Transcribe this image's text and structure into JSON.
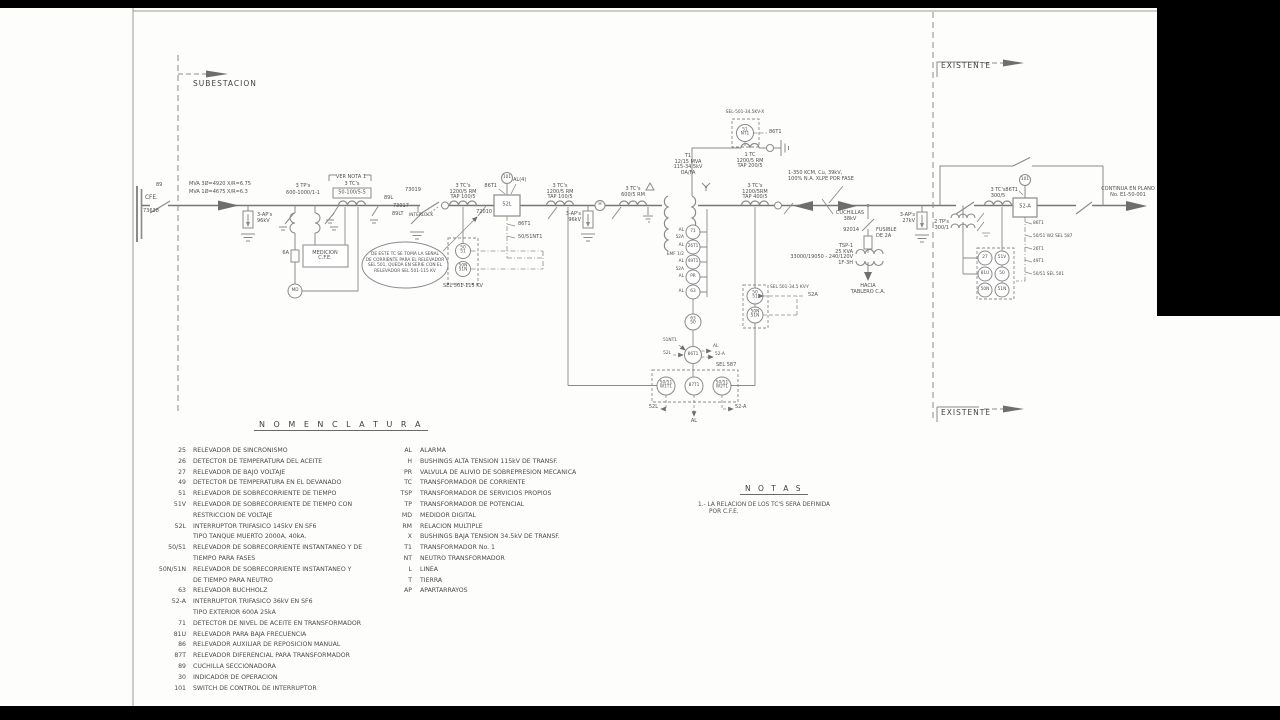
{
  "frame": {
    "subestacion": "SUBESTACION",
    "existente_top": "EXISTENTE",
    "existente_bottom": "EXISTENTE",
    "continua": "CONTINUA EN PLANO\nNo. E1-50-001"
  },
  "source": {
    "cfe": "CFE.",
    "sw": "89",
    "sw_num": "73638",
    "mva1": "MVA 3Ø=4920 X/R=6.75",
    "mva2": "MVA 1Ø=4675 X/R=6.3"
  },
  "arresters": {
    "ap96_a": "3-AP's\n96kV",
    "ap96_b": "3-AP's\n96kV",
    "ap27": "3-AP's\n27kV"
  },
  "tp115": {
    "l1": "3 TP's",
    "l2": "600-1000/1-1"
  },
  "ct_medicion": {
    "nota": "VER NOTA 1",
    "l1": "3 TC's",
    "l2": "50-100/5-5"
  },
  "medicion": {
    "box": "MEDICION\nC.F.E.",
    "fuse": "6A",
    "md": "MD"
  },
  "sw89l": {
    "num1": "73019",
    "num2": "73017",
    "k1": "89L",
    "k2": "89LT",
    "interlock": "INTERLOCK"
  },
  "ct100a": {
    "l": "3 TC's\n1200/5 RM\nTAP 100/5"
  },
  "ct100b": {
    "l": "3 TC's\n1200/5 RM\nTAP 100/5"
  },
  "cloud_note": "DE ESTE TC SE TOMA LA SEÑAL\nDE CORRIENTE PARA EL RELEVADOR\nSEL 501, QUEDA EN SERIE CON EL\nRELEVADOR SEL 501-115 KV",
  "sel115": {
    "title": "SEL 501-115 KV",
    "r1": "50\n51",
    "r2": "50N\n51N"
  },
  "brk52l": {
    "code": "52L",
    "num": "72010",
    "c101": "101",
    "t86": "86T1",
    "al4": "AL(4)",
    "o1": "86T1",
    "o2": "50/51NT1"
  },
  "bushing_h": "H",
  "ct600": {
    "l": "3 TC's\n600/5 RM"
  },
  "t1": {
    "l": "T1\n12/15 MVA\n115-34.5kV\nOA/FA"
  },
  "neutral": {
    "ct": "1 TC\n1200/5 RM\nTAP 200/5",
    "sel_title": "SEL-501-34.5KV-X",
    "relay": "51\nNT1",
    "out": "86T1"
  },
  "ct400": {
    "l": "3 TC's\n1200/5RM\nTAP 400/5"
  },
  "cable": "1-350 KCM, Cu, 39kV,\n100% N.A. XLPE POR FASE",
  "sely": {
    "title": "SEL 501-34.5 KV-Y",
    "r1": "50\n51",
    "r2": "50N\n51N",
    "out": "52A"
  },
  "trafo_devices": {
    "r71": "71",
    "r26": "26T1",
    "r49": "49T1",
    "rpr": "PR",
    "r63": "63",
    "r6350": "63\n50",
    "in1": "AL",
    "in2": "52A",
    "in3": "AL",
    "in4": "EMF 1/2",
    "in5": "AL",
    "in6": "52A",
    "in7": "AL",
    "in8": "AL"
  },
  "lockout": {
    "r86": "86T1",
    "in1": "51NT1",
    "in2": "52L",
    "out1": "AL",
    "out2": "52-A"
  },
  "sel587": {
    "title": "SEL 587",
    "r1": "50/51\nW1T1",
    "r2": "87T1",
    "r3": "50/51\nW2T1",
    "o1": "52L",
    "o2": "AL",
    "o3": "52-A"
  },
  "tsp": {
    "cuchillas": "CUCHILLAS\n38kV",
    "num": "92014",
    "fuse": "FUSIBLE\nDE 2A",
    "name": "TSP-1\n25 KVA\n33000/19050 - 240/120V\n1F-3H",
    "dest": "HACIA\nTABLERO C.A."
  },
  "existing": {
    "tp": "2 TP's\n300/1",
    "ct": "3 TC's\n300/5",
    "brk": "52-A",
    "c101": "101",
    "t86": "86T1",
    "r27": "27",
    "r51v": "51V",
    "r81u": "81U",
    "r50": "50",
    "r50n": "50N",
    "r51n": "51N",
    "c1": "86T1",
    "c2": "50/51 W2 SEL 587",
    "c3": "26T1",
    "c4": "49T1",
    "c5": "50/51 SEL 501"
  },
  "nomenclatura": {
    "title": "N O M E N C L A T U R A",
    "left": [
      {
        "t": "25",
        "d": "RELEVADOR DE SINCRONISMO"
      },
      {
        "t": "26",
        "d": "DETECTOR DE TEMPERATURA DEL ACEITE"
      },
      {
        "t": "27",
        "d": "RELEVADOR DE BAJO VOLTAJE"
      },
      {
        "t": "49",
        "d": "DETECTOR DE TEMPERATURA EN EL DEVANADO"
      },
      {
        "t": "51",
        "d": "RELEVADOR DE SOBRECORRIENTE DE TIEMPO"
      },
      {
        "t": "51V",
        "d": "RELEVADOR DE SOBRECORRIENTE DE TIEMPO CON\nRESTRICCION DE VOLTAJE"
      },
      {
        "t": "52L",
        "d": "INTERRUPTOR TRIFASICO 145kV EN SF6\nTIPO TANQUE MUERTO 2000A, 40kA."
      },
      {
        "t": "50/51",
        "d": "RELEVADOR DE SOBRECORRIENTE INSTANTANEO Y DE\nTIEMPO PARA FASES"
      },
      {
        "t": "50N/51N",
        "d": "RELEVADOR DE SOBRECORRIENTE INSTANTANEO Y\nDE TIEMPO PARA NEUTRO"
      },
      {
        "t": "63",
        "d": "RELEV​ADOR BUCHHOLZ"
      },
      {
        "t": "52-A",
        "d": "INTERRUPTOR TRIFASICO 36kV EN SF6\nTIPO EXTERIOR 600A 25kA"
      },
      {
        "t": "71",
        "d": "DETECTOR DE NIVEL DE ACEITE EN TRANSFORMADOR"
      },
      {
        "t": "81U",
        "d": "RELEVADOR PARA BAJA FRECUENCIA"
      },
      {
        "t": "86",
        "d": "RELEVADOR AUXILIAR DE REPOSICION MANUAL"
      },
      {
        "t": "87T",
        "d": "RELEVADOR DIFERENCIAL PARA TRANSFORMADOR"
      },
      {
        "t": "89",
        "d": "CUCHILLA SECCIONADORA"
      },
      {
        "t": "30",
        "d": "INDICADOR DE OPERACION"
      },
      {
        "t": "101",
        "d": "SWITCH DE CONTROL DE INTERRUPTOR"
      }
    ],
    "right": [
      {
        "t": "AL",
        "d": "ALARMA"
      },
      {
        "t": "H",
        "d": "BUSHINGS ALTA TENSION 115kV DE TRANSF."
      },
      {
        "t": "PR",
        "d": "VALVULA DE ALIVIO DE SOBREPRESION MECANICA"
      },
      {
        "t": "TC",
        "d": "TRANSFORMADOR DE CORRIENTE"
      },
      {
        "t": "TSP",
        "d": "TRANSFORMADOR DE SERVICIOS PROPIOS"
      },
      {
        "t": "TP",
        "d": "TRANSFORMADOR DE POTENCIAL"
      },
      {
        "t": "MD",
        "d": "MEDIDOR DIGITAL"
      },
      {
        "t": "RM",
        "d": "RELACION MULTIPLE"
      },
      {
        "t": "X",
        "d": "BUSHINGS BAJA TENSION 34.5kV DE TRANSF."
      },
      {
        "t": "T1",
        "d": "TRANSFORMADOR No. 1"
      },
      {
        "t": "NT",
        "d": "NEUTRO TRANSFORMADOR"
      },
      {
        "t": "L",
        "d": "LINEA"
      },
      {
        "t": "T",
        "d": "TIERRA"
      },
      {
        "t": "AP",
        "d": "APARTARRAYOS"
      }
    ]
  },
  "notas": {
    "title": "N O T A S",
    "n1": "1.- LA RELACION DE LOS TC'S SERA DEFINIDA\n      POR C.F.E."
  }
}
